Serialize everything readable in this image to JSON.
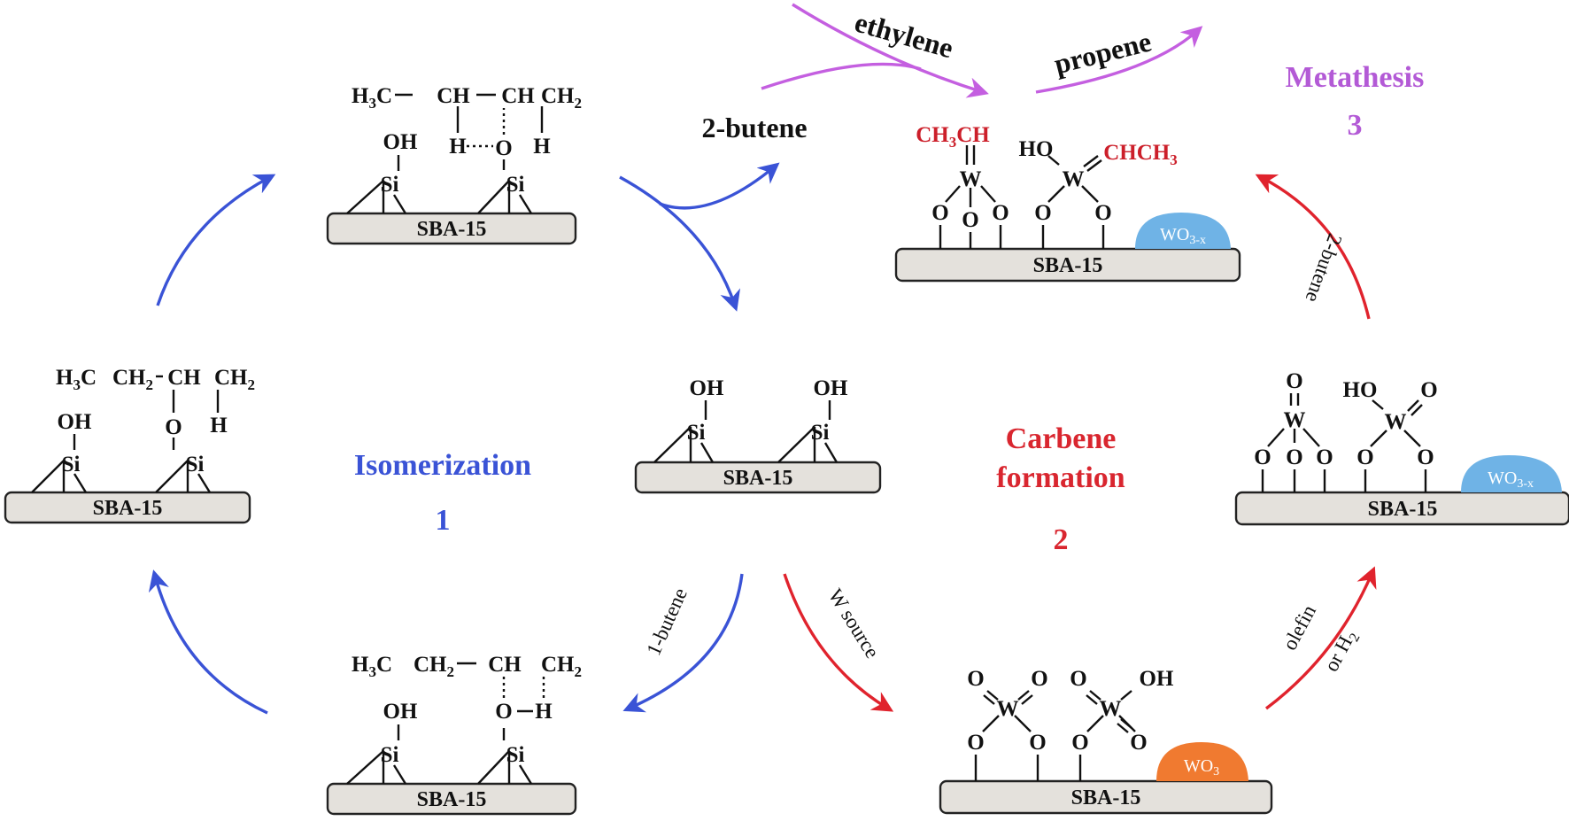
{
  "support": "SBA-15",
  "steps": {
    "isomerization": {
      "name": "Isomerization",
      "number": "1",
      "color": "#3a53d6"
    },
    "carbene": {
      "name_line1": "Carbene",
      "name_line2": "formation",
      "number": "2",
      "color": "#d9262f"
    },
    "metathesis": {
      "name": "Metathesis",
      "number": "3",
      "color": "#b35ad6"
    }
  },
  "reagents": {
    "ethylene": "ethylene",
    "propene": "propene",
    "butene2": "2-butene",
    "butene2_rotated": "2-butene",
    "butene1": "1-butene",
    "w_source": "W source",
    "olefin": "olefin",
    "or_h2": "or H"
  },
  "labels": {
    "oh": "OH",
    "ho": "HO",
    "o": "O",
    "h": "H",
    "si": "Si",
    "w": "W",
    "ch3ch": "CH",
    "chch3": "CHCH",
    "wo3": "WO",
    "wo3x": "WO",
    "sub3": "3",
    "sub3x": "3-x",
    "sub2": "2",
    "h3c": "H",
    "ch2": "CH",
    "ch": "CH"
  },
  "colors": {
    "blue_arrow": "#3a53d6",
    "red_arrow": "#e0232d",
    "purple_arrow": "#c45fe0",
    "wo3_blob": "#f07a30",
    "wo3x_blob": "#6fb3e6",
    "support_fill": "#e4e1dc"
  }
}
